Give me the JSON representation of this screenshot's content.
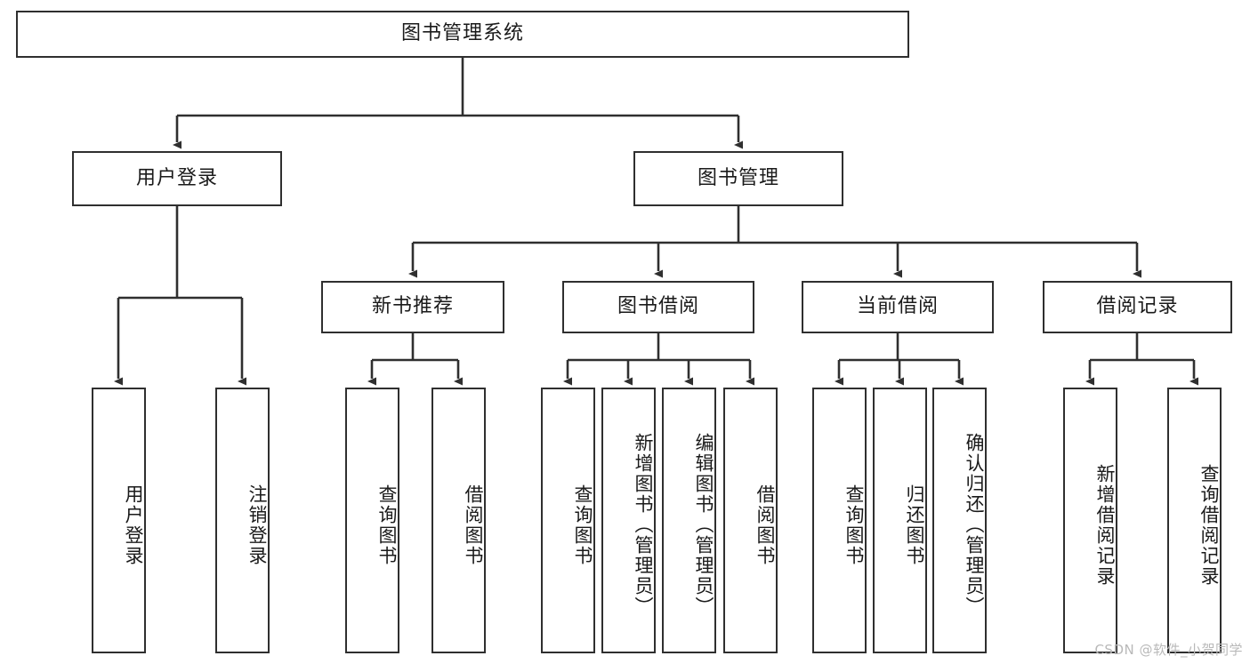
{
  "diagram": {
    "type": "tree",
    "title": "图书管理系统",
    "background_color": "#ffffff",
    "stroke_color": "#2f2f2f",
    "text_color": "#1a1a1a",
    "root": {
      "label": "图书管理系统"
    },
    "level2": [
      {
        "label": "用户登录"
      },
      {
        "label": "图书管理"
      }
    ],
    "level3": [
      {
        "label": "新书推荐"
      },
      {
        "label": "图书借阅"
      },
      {
        "label": "当前借阅"
      },
      {
        "label": "借阅记录"
      }
    ],
    "leaves": {
      "user_login": [
        {
          "label": "用户登录"
        },
        {
          "label": "注销登录"
        }
      ],
      "new_book_recommend": [
        {
          "label": "查询图书"
        },
        {
          "label": "借阅图书"
        }
      ],
      "book_borrow": [
        {
          "label": "查询图书"
        },
        {
          "label": "新增图书（管理员）"
        },
        {
          "label": "编辑图书（管理员）"
        },
        {
          "label": "借阅图书"
        }
      ],
      "current_borrow": [
        {
          "label": "查询图书"
        },
        {
          "label": "归还图书"
        },
        {
          "label": "确认归还（管理员）"
        }
      ],
      "borrow_record": [
        {
          "label": "新增借阅记录"
        },
        {
          "label": "查询借阅记录"
        }
      ]
    }
  },
  "watermark": {
    "text": "CSDN @软件_小贺同学",
    "color": "#b9b9b9"
  }
}
